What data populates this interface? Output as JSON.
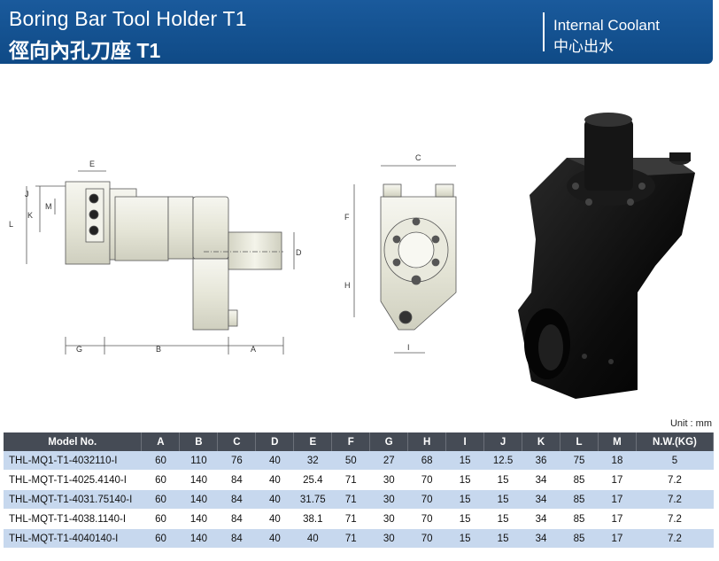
{
  "header": {
    "title_en": "Boring Bar Tool Holder T1",
    "title_cn_prefix": "徑向內孔刀座",
    "title_cn_suffix": "T1",
    "feature_en": "Internal Coolant",
    "feature_cn": "中心出水"
  },
  "drawing": {
    "side_view_labels": {
      "E": "E",
      "J": "J",
      "K": "K",
      "M": "M",
      "L": "L",
      "D": "D",
      "G": "G",
      "B": "B",
      "A": "A"
    },
    "front_view_labels": {
      "C": "C",
      "F": "F",
      "H": "H",
      "I": "I"
    }
  },
  "unit_note": "Unit : mm",
  "table": {
    "headers": [
      "Model No.",
      "A",
      "B",
      "C",
      "D",
      "E",
      "F",
      "G",
      "H",
      "I",
      "J",
      "K",
      "L",
      "M",
      "N.W.(KG)"
    ],
    "rows": [
      [
        "THL-MQ1-T1-4032110-I",
        "60",
        "110",
        "76",
        "40",
        "32",
        "50",
        "27",
        "68",
        "15",
        "12.5",
        "36",
        "75",
        "18",
        "5"
      ],
      [
        "THL-MQT-T1-4025.4140-I",
        "60",
        "140",
        "84",
        "40",
        "25.4",
        "71",
        "30",
        "70",
        "15",
        "15",
        "34",
        "85",
        "17",
        "7.2"
      ],
      [
        "THL-MQT-T1-4031.75140-I",
        "60",
        "140",
        "84",
        "40",
        "31.75",
        "71",
        "30",
        "70",
        "15",
        "15",
        "34",
        "85",
        "17",
        "7.2"
      ],
      [
        "THL-MQT-T1-4038.1140-I",
        "60",
        "140",
        "84",
        "40",
        "38.1",
        "71",
        "30",
        "70",
        "15",
        "15",
        "34",
        "85",
        "17",
        "7.2"
      ],
      [
        "THL-MQT-T1-4040140-I",
        "60",
        "140",
        "84",
        "40",
        "40",
        "71",
        "30",
        "70",
        "15",
        "15",
        "34",
        "85",
        "17",
        "7.2"
      ]
    ]
  }
}
